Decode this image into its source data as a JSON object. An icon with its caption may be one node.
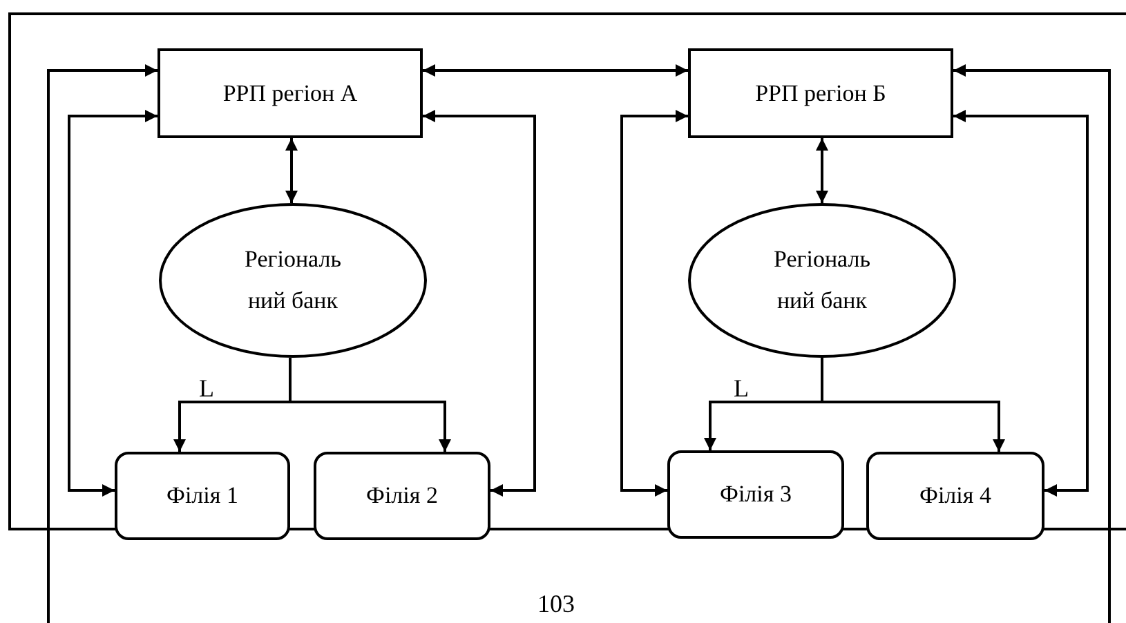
{
  "diagram": {
    "nodes": [
      {
        "text": [
          "РРП регіон А"
        ]
      },
      {
        "text": [
          "РРП регіон Б"
        ]
      },
      {
        "text": [
          "Регіональ ний банк"
        ]
      },
      {
        "text": [
          "Регіональ ний банк"
        ]
      },
      {
        "text": [
          "Філія 1"
        ]
      },
      {
        "text": [
          "Філія 2"
        ]
      },
      {
        "text": [
          "Філія 3"
        ]
      },
      {
        "text": [
          "Філія 4"
        ]
      }
    ],
    "edges": [
      {
        "from": 0,
        "to": 1,
        "arrow": "both"
      },
      {
        "from": null,
        "to": 0,
        "arrow": "to"
      },
      {
        "from": null,
        "to": 1,
        "arrow": "to"
      },
      {
        "from": 0,
        "to": 4,
        "arrow": "both"
      },
      {
        "from": 0,
        "to": 5,
        "arrow": "both"
      },
      {
        "from": 0,
        "to": 2,
        "arrow": "both"
      },
      {
        "from": 2,
        "to": 4,
        "arrow": "to",
        "label": "L"
      },
      {
        "from": 2,
        "to": 5,
        "arrow": "to"
      },
      {
        "from": 1,
        "to": 6,
        "arrow": "both"
      },
      {
        "from": 1,
        "to": 7,
        "arrow": "both"
      },
      {
        "from": 1,
        "to": 3,
        "arrow": "both"
      },
      {
        "from": 3,
        "to": 6,
        "arrow": "to",
        "label": "L"
      },
      {
        "from": 3,
        "to": 7,
        "arrow": "to"
      }
    ],
    "labels": [
      "103"
    ]
  }
}
